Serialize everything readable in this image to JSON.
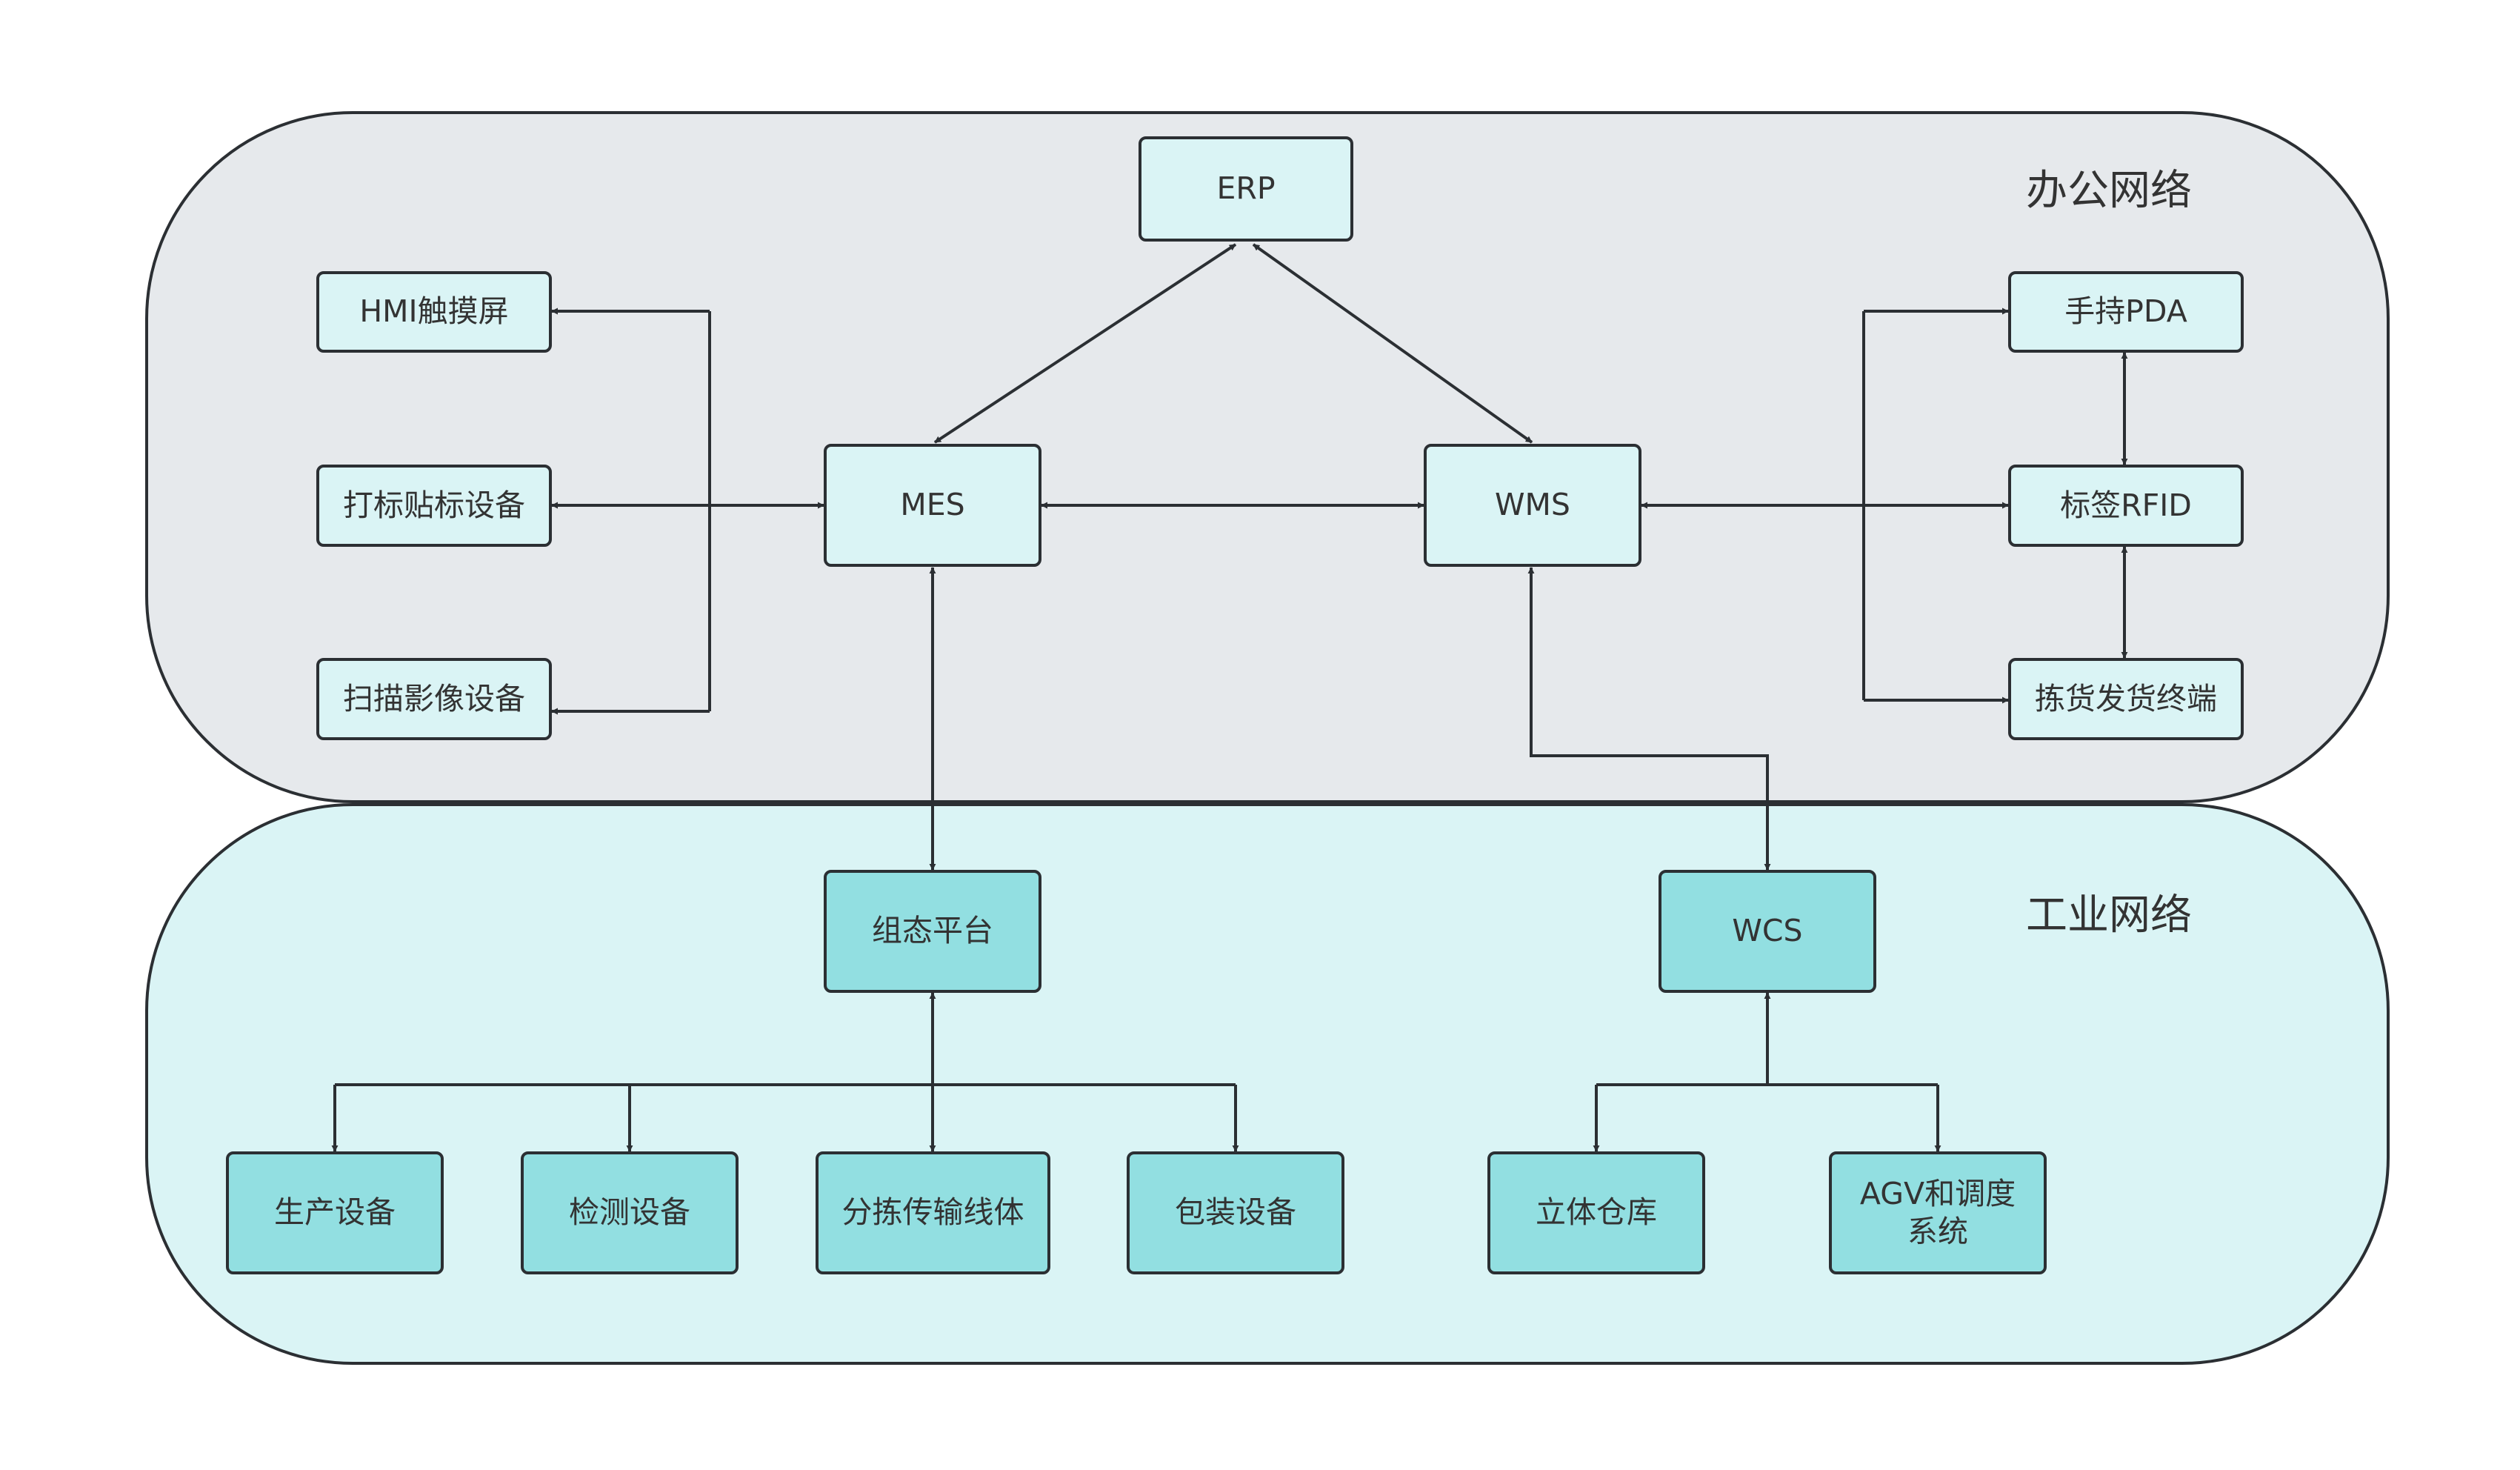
{
  "zones": {
    "office": "办公网络",
    "industrial": "工业网络"
  },
  "nodes": {
    "erp": "ERP",
    "mes": "MES",
    "wms": "WMS",
    "hmi": "HMI触摸屏",
    "label_printing": "打标贴标设备",
    "scan_imaging": "扫描影像设备",
    "pda": "手持PDA",
    "rfid": "标签RFID",
    "picking_terminal": "拣货发货终端",
    "scada": "组态平台",
    "wcs": "WCS",
    "production": "生产设备",
    "inspection": "检测设备",
    "sorting_conveyor": "分拣传输线体",
    "packaging": "包装设备",
    "stereo_warehouse": "立体仓库",
    "agv": "AGV和调度\n系统"
  },
  "colors": {
    "office_zone": "#e6e9ec",
    "industrial_zone": "#daf4f5",
    "light_node": "#daf4f5",
    "teal_node": "#92dfe1",
    "stroke": "#2b2f33"
  }
}
